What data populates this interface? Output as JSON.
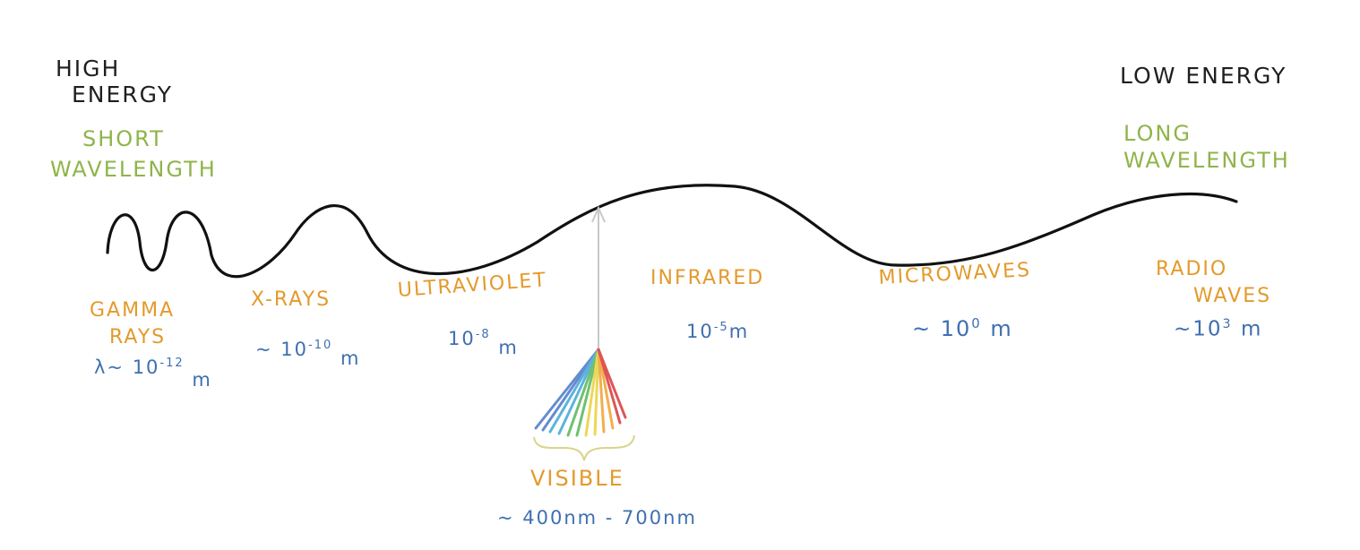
{
  "energy": {
    "high": [
      "HIGH",
      "ENERGY"
    ],
    "low": "LOW ENERGY"
  },
  "wavelength": {
    "short": [
      "SHORT",
      "WAVELENGTH"
    ],
    "long": [
      "LONG",
      "WAVELENGTH"
    ]
  },
  "bands": {
    "gamma": {
      "name": [
        "GAMMA",
        "RAYS"
      ],
      "prefix": "λ~ 10",
      "exp": "-12",
      "unit": "m"
    },
    "xray": {
      "name": "X-RAYS",
      "prefix": "~ 10",
      "exp": "-10",
      "unit": "m"
    },
    "ultraviolet": {
      "name": "ULTRAVIOLET",
      "prefix": "10",
      "exp": "-8",
      "unit": "m"
    },
    "visible": {
      "name": "VISIBLE",
      "range": "~ 400nm - 700nm"
    },
    "infrared": {
      "name": "INFRARED",
      "prefix": "10",
      "exp": "-5",
      "unit": "m"
    },
    "microwaves": {
      "name": "MICROWAVES",
      "prefix": "~ 10",
      "exp": "0",
      "unit": "m"
    },
    "radio": {
      "name": [
        "RADIO",
        "WAVES"
      ],
      "prefix": "~10",
      "exp": "3",
      "unit": "m"
    }
  },
  "colors": {
    "energy_text": "#1f1f1f",
    "wavelength_text": "#8fb44a",
    "band_text": "#e39a2c",
    "measure_text": "#3f6fb0",
    "wave_stroke": "#111111",
    "visible_spectrum": [
      "#4a78c8",
      "#3fa6d8",
      "#58b65a",
      "#e8d23a",
      "#f0a030",
      "#d8383a"
    ]
  }
}
